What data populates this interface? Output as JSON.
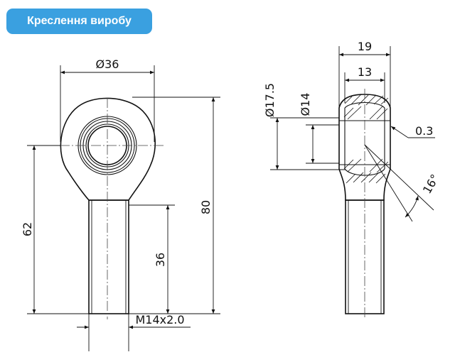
{
  "header": {
    "title": "Креслення виробу"
  },
  "dimensions": {
    "outer_diameter": "Ø36",
    "total_length": "80",
    "center_to_end": "62",
    "shank_length": "36",
    "thread": "M14x2.0",
    "width": "19",
    "inner_width": "13",
    "ball_diameter": "Ø17.5",
    "bore_diameter": "Ø14",
    "chamfer": "0.3",
    "tilt_angle": "16°"
  },
  "colors": {
    "tab_background": "#3aa0e0",
    "line": "#111111"
  }
}
